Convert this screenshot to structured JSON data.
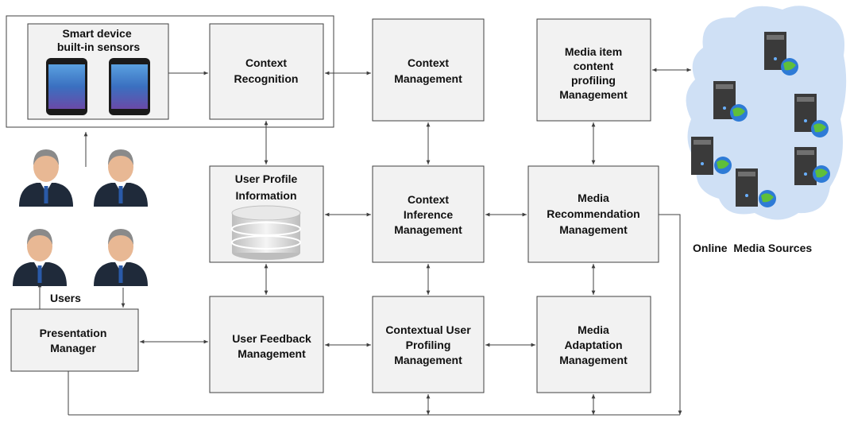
{
  "device_group": {
    "label": [
      "Smart device",
      "built-in sensors"
    ]
  },
  "modules": {
    "context_recognition": [
      "Context",
      "Recognition"
    ],
    "context_management": [
      "Context",
      "Management"
    ],
    "media_item_profiling": [
      "Media item",
      "content",
      "profiling",
      "Management"
    ],
    "user_profile_information": [
      "User Profile",
      "Information"
    ],
    "context_inference": [
      "Context",
      "Inference",
      "Management"
    ],
    "media_recommendation": [
      "Media",
      "Recommendation",
      "Management"
    ],
    "presentation_manager": [
      "Presentation",
      "Manager"
    ],
    "user_feedback": [
      "User Feedback",
      "Management"
    ],
    "contextual_user_profiling": [
      "Contextual User",
      "Profiling",
      "Management"
    ],
    "media_adaptation": [
      "Media",
      "Adaptation",
      "Management"
    ]
  },
  "users_label": "Users",
  "online_sources_label": "Online  Media Sources",
  "colors": {
    "box_fill": "#f2f2f2",
    "border": "#404040",
    "cloud": "#cfe0f5",
    "suit": "#1f2a3a",
    "tie": "#2a5aa8"
  }
}
